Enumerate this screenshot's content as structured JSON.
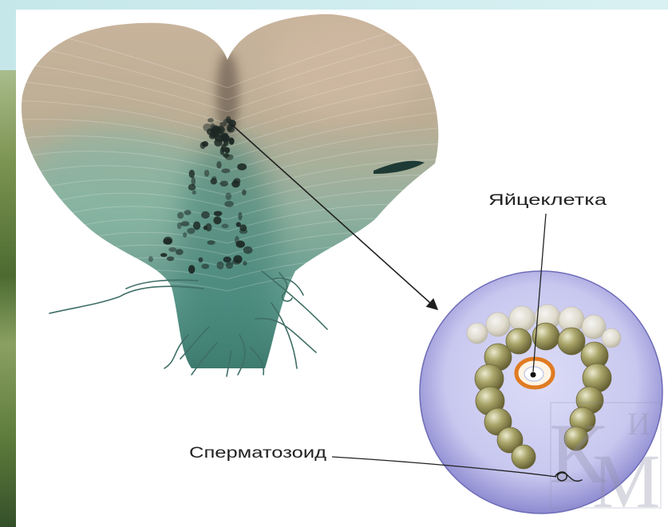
{
  "labels": {
    "egg_cell": "Яйцеклетка",
    "sperm": "Сперматозоид"
  },
  "watermark": {
    "letters": [
      "К",
      "И",
      "М"
    ]
  },
  "colors": {
    "slide_background": "#c5e7ea",
    "left_photo_green": "#5f7d3c",
    "prothallus_top": "#c9b49c",
    "prothallus_bottom": "#3d7a6e",
    "gametangia_dark": "#1d2824",
    "rhizoids": "#3f6e66",
    "circle_fill": "#c8c7ef",
    "circle_edge": "#8d8bd0",
    "archegonium_cells": "#a8a468",
    "egg_ring": "#e07b22",
    "line_color": "#222222"
  }
}
